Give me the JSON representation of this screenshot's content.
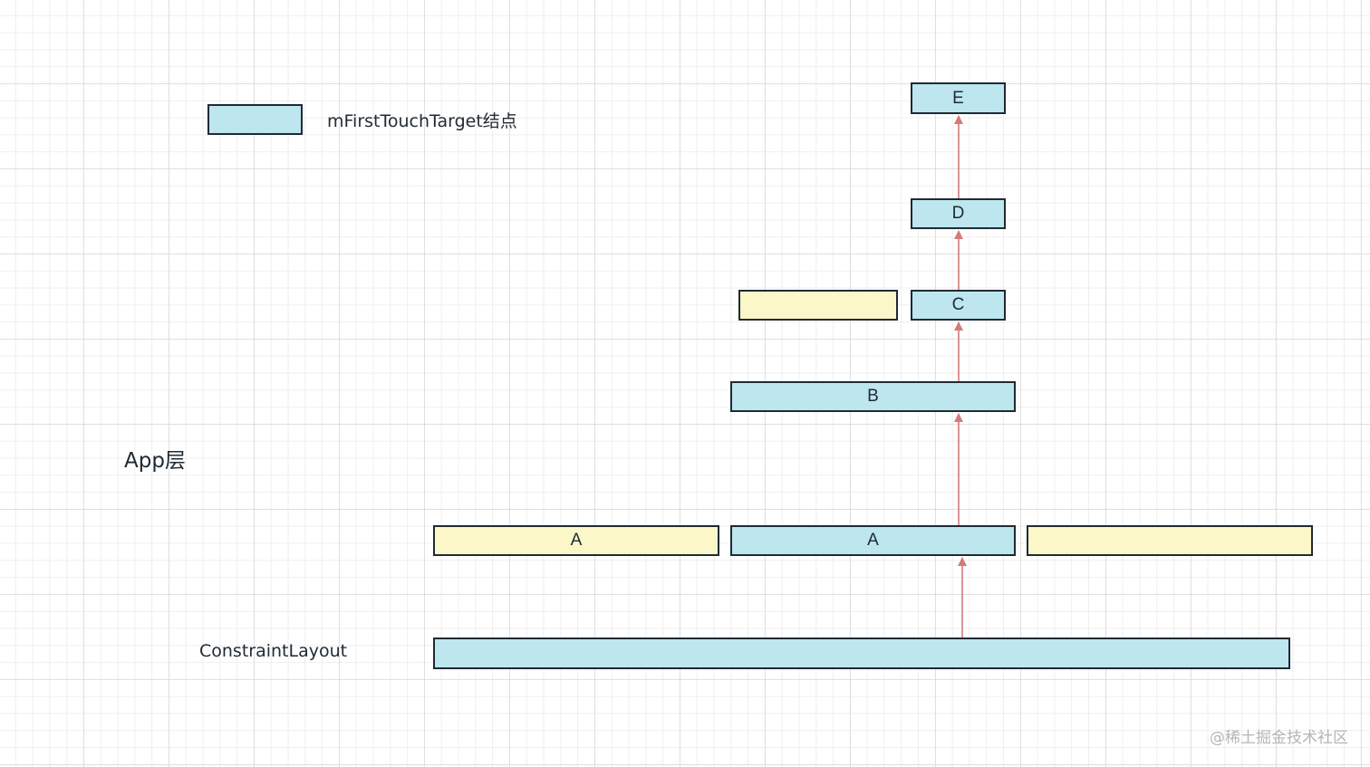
{
  "legend": {
    "label": "mFirstTouchTarget结点",
    "swatch_color": "#bde6ef"
  },
  "labels": {
    "app_layer": "App层",
    "constraint_layout": "ConstraintLayout"
  },
  "nodes": {
    "e": "E",
    "d": "D",
    "c": "C",
    "c_sibling": "",
    "b": "B",
    "a_left": "A",
    "a_center": "A",
    "a_right": "",
    "root": ""
  },
  "colors": {
    "target_fill": "#bde6ef",
    "other_fill": "#fbf7c8",
    "border": "#1f2a33",
    "arrow": "#d47a7a"
  },
  "watermark": "@稀土掘金技术社区"
}
